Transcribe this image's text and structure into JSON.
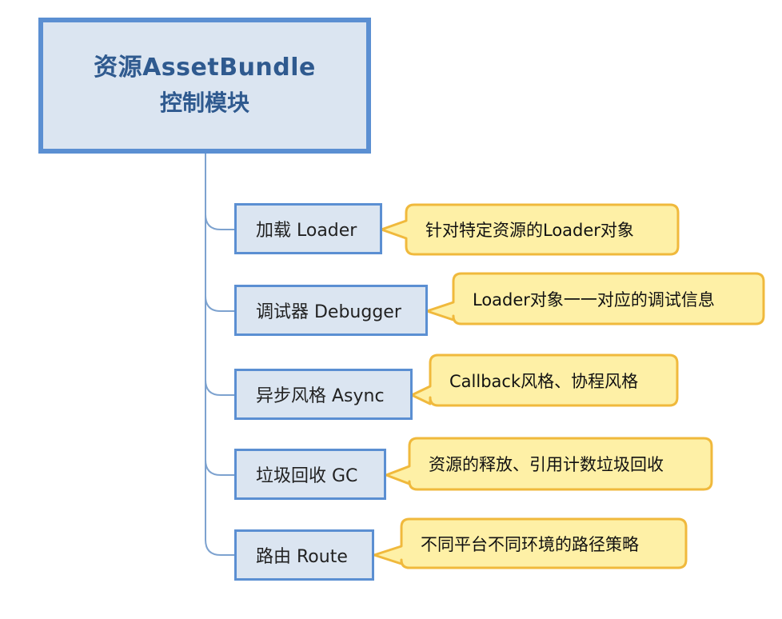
{
  "colors": {
    "node_fill": "#dbe5f1",
    "node_border": "#5b8fd2",
    "root_text": "#2f5a8f",
    "callout_fill": "#fef0a6",
    "callout_border": "#f0b93c",
    "connector": "#7da2cf"
  },
  "root": {
    "title_line1": "资源AssetBundle",
    "title_line2": "控制模块"
  },
  "children": [
    {
      "label": "加载 Loader",
      "note": "针对特定资源的Loader对象"
    },
    {
      "label": "调试器 Debugger",
      "note": "Loader对象一一对应的调试信息"
    },
    {
      "label": "异步风格 Async",
      "note": "Callback风格、协程风格"
    },
    {
      "label": "垃圾回收 GC",
      "note": "资源的释放、引用计数垃圾回收"
    },
    {
      "label": "路由 Route",
      "note": "不同平台不同环境的路径策略"
    }
  ]
}
